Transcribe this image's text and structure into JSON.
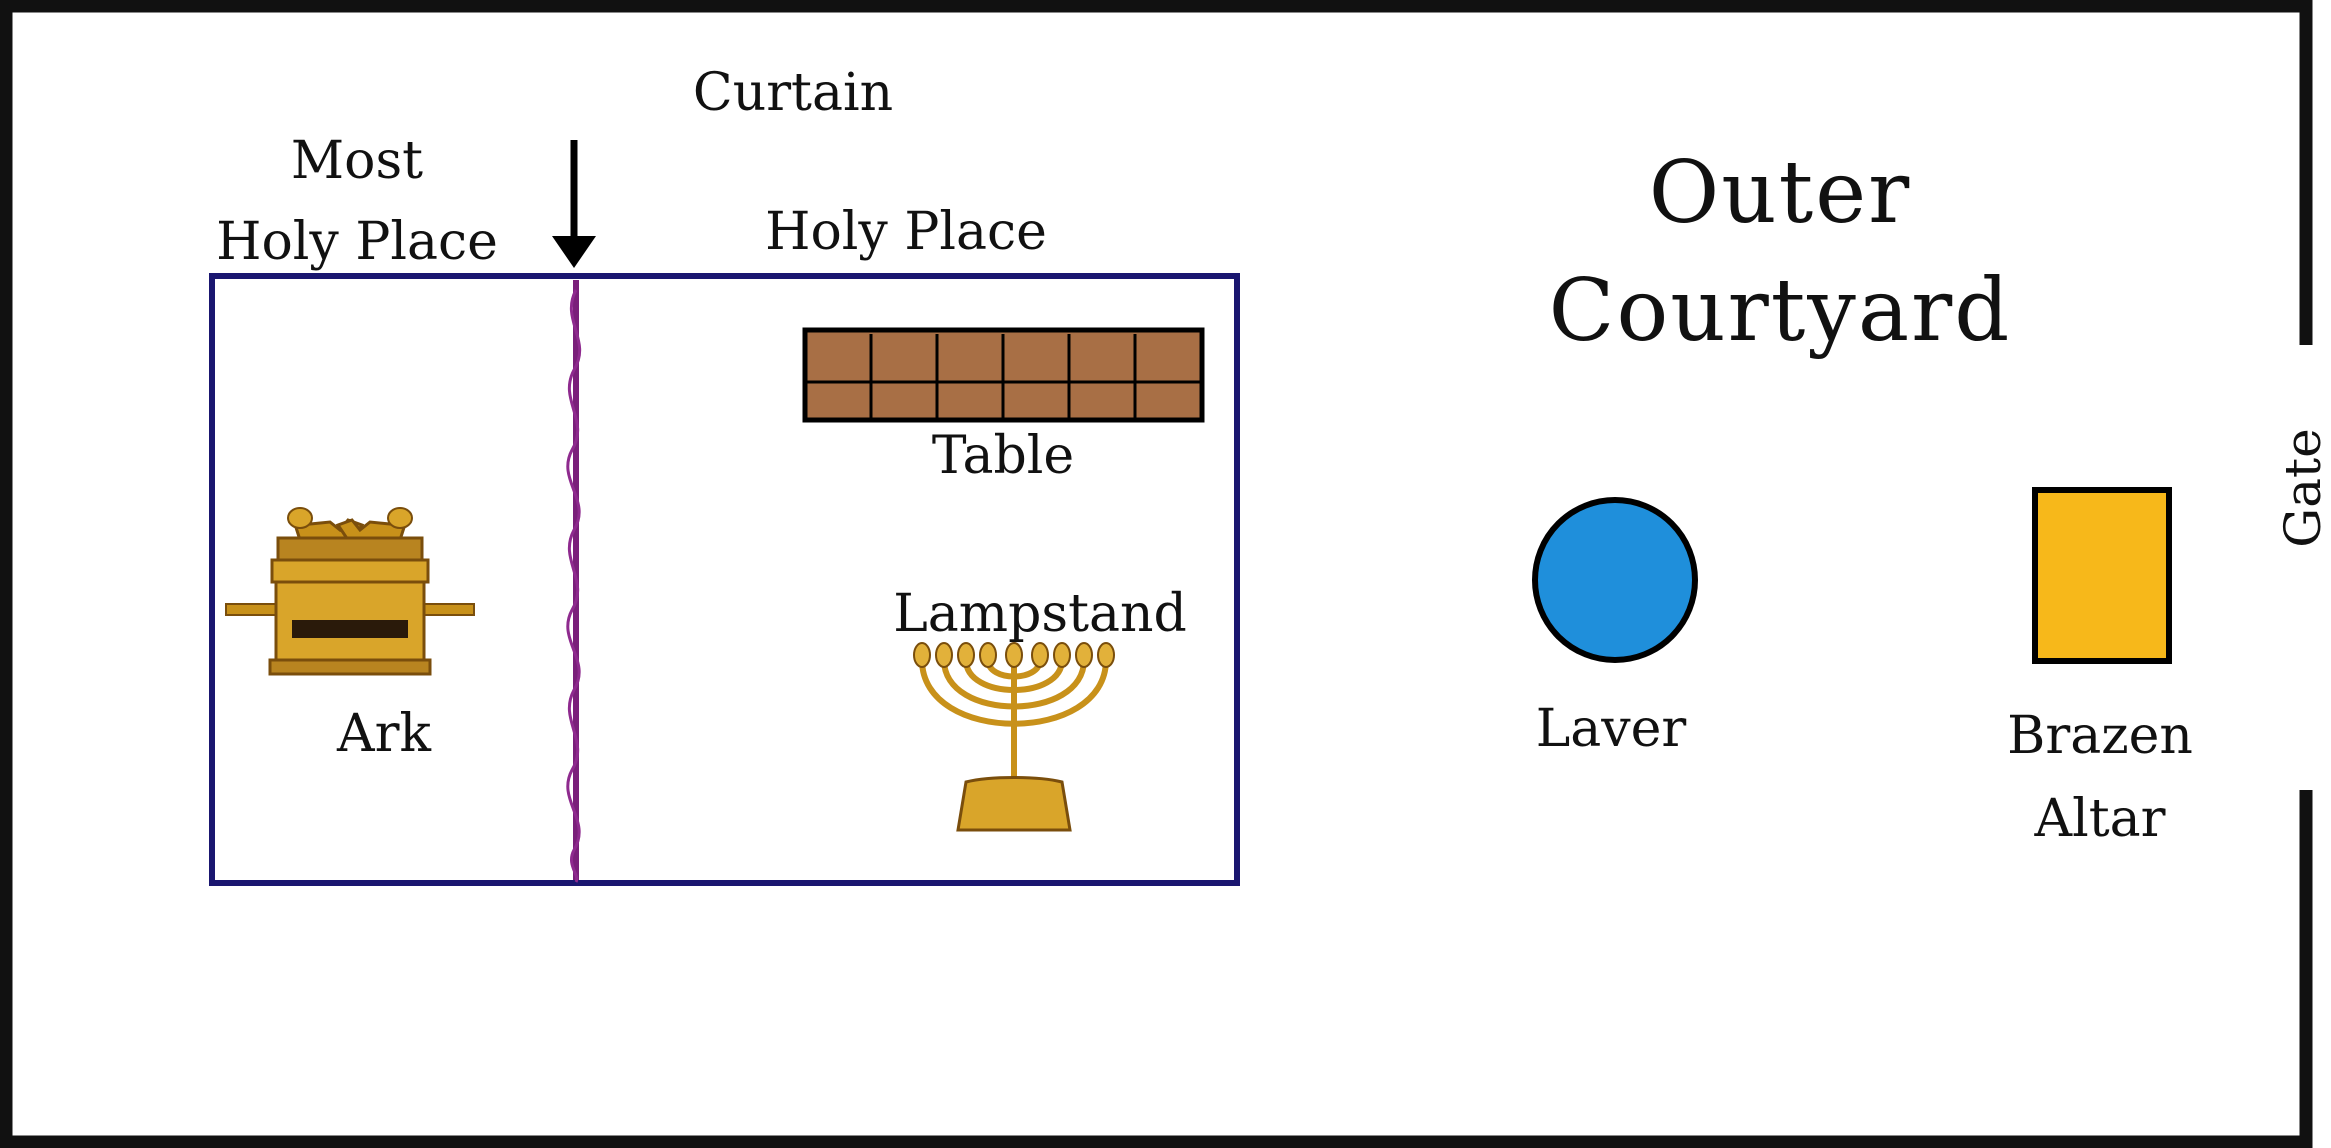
{
  "labels": {
    "curtain": "Curtain",
    "most_holy_place_line1": "Most",
    "most_holy_place_line2": "Holy Place",
    "holy_place": "Holy Place",
    "outer_line1": "Outer",
    "outer_line2": "Courtyard",
    "table": "Table",
    "lampstand": "Lampstand",
    "ark": "Ark",
    "laver": "Laver",
    "brazen_line1": "Brazen",
    "brazen_line2": "Altar",
    "gate": "Gate"
  },
  "colors": {
    "court_wall": "#111111",
    "tabernacle_border": "#1a1670",
    "curtain": "#7a1f7a",
    "table_wood": "#a86f45",
    "laver": "#1f8fdb",
    "altar": "#f7b81a",
    "gold": "#c8911a",
    "gold_dark": "#7a4e0c"
  },
  "icons": {
    "curtain_arrow": "arrow-down-icon",
    "ark": "ark-of-covenant-icon",
    "lampstand": "menorah-icon"
  }
}
